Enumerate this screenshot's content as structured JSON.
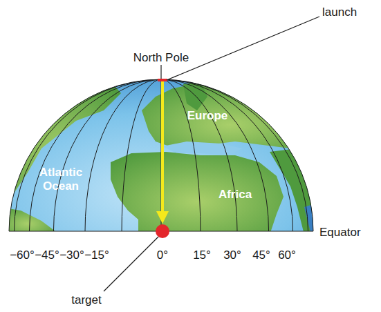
{
  "diagram": {
    "labels": [
      "launch",
      "North Pole",
      "Europe",
      "Atlantic Ocean",
      "Africa",
      "Equator",
      "−60°",
      "−45°",
      "−30°",
      "−15°",
      "0°",
      "15°",
      "30°",
      "45°",
      "60°",
      "target"
    ]
  }
}
